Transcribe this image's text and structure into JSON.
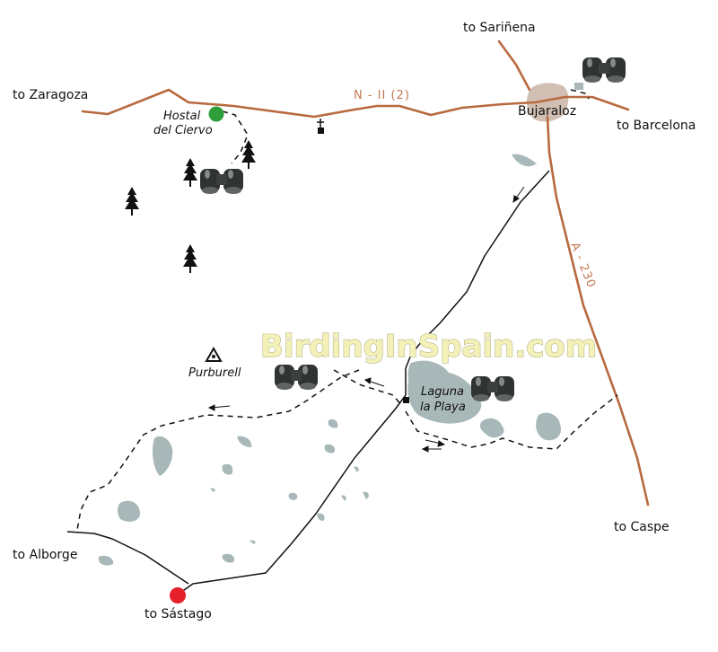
{
  "colors": {
    "road_main": "#b86a3f",
    "track": "#111111",
    "water": "#a8b8b8",
    "town": "#d2bfb3",
    "start_marker": "#2e9e3a",
    "end_marker": "#e5202a",
    "watermark_fill": "#f4f1b8"
  },
  "places": {
    "zaragoza": "to Zaragoza",
    "sarinena": "to Sariñena",
    "bujaraloz": "Bujaraloz",
    "barcelona": "to Barcelona",
    "caspe": "to Caspe",
    "alborge": "to Alborge",
    "sastago": "to Sástago",
    "hostal_line1": "Hostal",
    "hostal_line2": "del Ciervo",
    "purburell": "Purburell",
    "laguna_line1": "Laguna",
    "laguna_line2": "la Playa"
  },
  "roads": {
    "n2": "N - II (2)",
    "a230": "A - 230"
  },
  "watermark": "BirdingInSpain.com",
  "icons": {
    "binoculars": "binoculars-icon",
    "tree": "pine-tree-icon",
    "summit": "triangle-summit-icon",
    "cross": "cross-icon",
    "building": "building-icon"
  }
}
